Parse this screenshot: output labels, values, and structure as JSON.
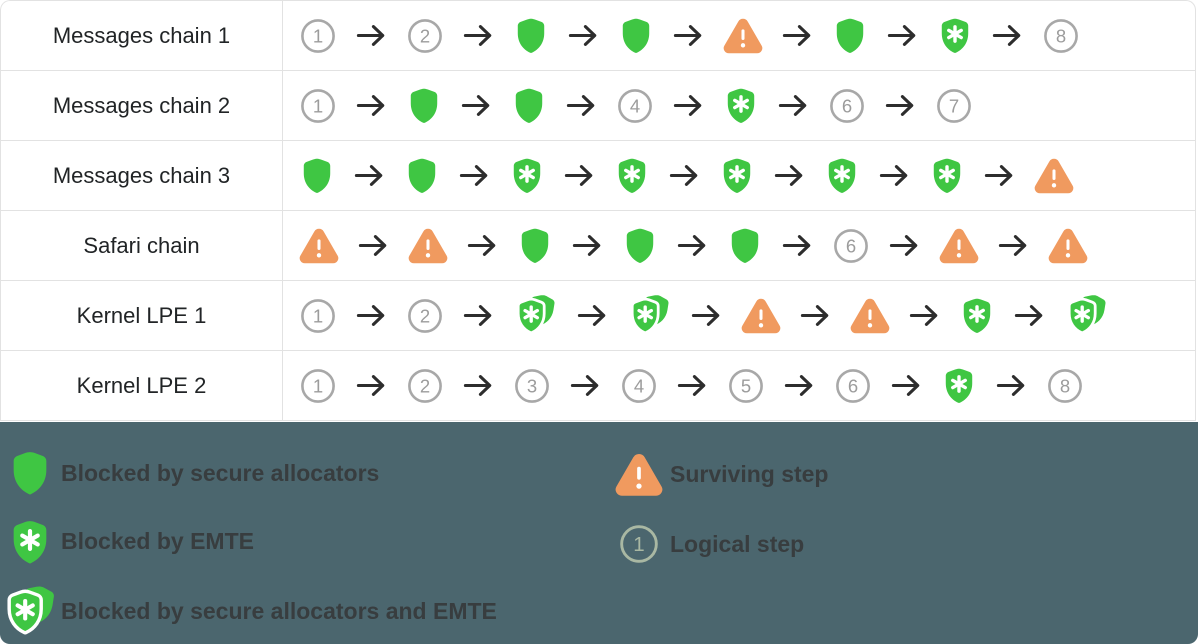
{
  "table": {
    "rows": [
      {
        "label": "Messages chain 1",
        "steps": [
          {
            "type": "step",
            "value": "1"
          },
          {
            "type": "step",
            "value": "2"
          },
          {
            "type": "shield"
          },
          {
            "type": "shield"
          },
          {
            "type": "warning"
          },
          {
            "type": "shield"
          },
          {
            "type": "shield-emte"
          },
          {
            "type": "step",
            "value": "8"
          }
        ]
      },
      {
        "label": "Messages chain 2",
        "steps": [
          {
            "type": "step",
            "value": "1"
          },
          {
            "type": "shield"
          },
          {
            "type": "shield"
          },
          {
            "type": "step",
            "value": "4"
          },
          {
            "type": "shield-emte"
          },
          {
            "type": "step",
            "value": "6"
          },
          {
            "type": "step",
            "value": "7"
          }
        ]
      },
      {
        "label": "Messages chain 3",
        "steps": [
          {
            "type": "shield"
          },
          {
            "type": "shield"
          },
          {
            "type": "shield-emte"
          },
          {
            "type": "shield-emte"
          },
          {
            "type": "shield-emte"
          },
          {
            "type": "shield-emte"
          },
          {
            "type": "shield-emte"
          },
          {
            "type": "warning"
          }
        ]
      },
      {
        "label": "Safari chain",
        "steps": [
          {
            "type": "warning"
          },
          {
            "type": "warning"
          },
          {
            "type": "shield"
          },
          {
            "type": "shield"
          },
          {
            "type": "shield"
          },
          {
            "type": "step",
            "value": "6"
          },
          {
            "type": "warning"
          },
          {
            "type": "warning"
          }
        ]
      },
      {
        "label": "Kernel LPE 1",
        "steps": [
          {
            "type": "step",
            "value": "1"
          },
          {
            "type": "step",
            "value": "2"
          },
          {
            "type": "shield-stack"
          },
          {
            "type": "shield-stack"
          },
          {
            "type": "warning"
          },
          {
            "type": "warning"
          },
          {
            "type": "shield-emte"
          },
          {
            "type": "shield-stack"
          }
        ]
      },
      {
        "label": "Kernel LPE 2",
        "steps": [
          {
            "type": "step",
            "value": "1"
          },
          {
            "type": "step",
            "value": "2"
          },
          {
            "type": "step",
            "value": "3"
          },
          {
            "type": "step",
            "value": "4"
          },
          {
            "type": "step",
            "value": "5"
          },
          {
            "type": "step",
            "value": "6"
          },
          {
            "type": "shield-emte"
          },
          {
            "type": "step",
            "value": "8"
          }
        ]
      }
    ]
  },
  "legend": {
    "columns": [
      {
        "items": [
          {
            "icon": "shield",
            "label": "Blocked by secure allocators"
          },
          {
            "icon": "shield-emte",
            "label": "Blocked by EMTE"
          },
          {
            "icon": "shield-stack",
            "label": "Blocked by secure allocators and EMTE"
          }
        ]
      },
      {
        "items": [
          {
            "icon": "warning",
            "label": "Surviving step"
          },
          {
            "icon": "step",
            "value": "1",
            "label": "Logical step"
          }
        ]
      }
    ]
  },
  "colors": {
    "blocked_green": "#3FC643",
    "surviving_orange": "#F09A5F",
    "step_ring_gray": "#A8A8A8",
    "step_digit_gray": "#9C9C9C",
    "arrow_dark": "#2D2D2D",
    "row_label_text": "#212426",
    "table_border": "#E2E2E2",
    "legend_background": "#4B666E",
    "legend_text": "#383D3F",
    "legend_step_ring": "#A9B8A3"
  }
}
